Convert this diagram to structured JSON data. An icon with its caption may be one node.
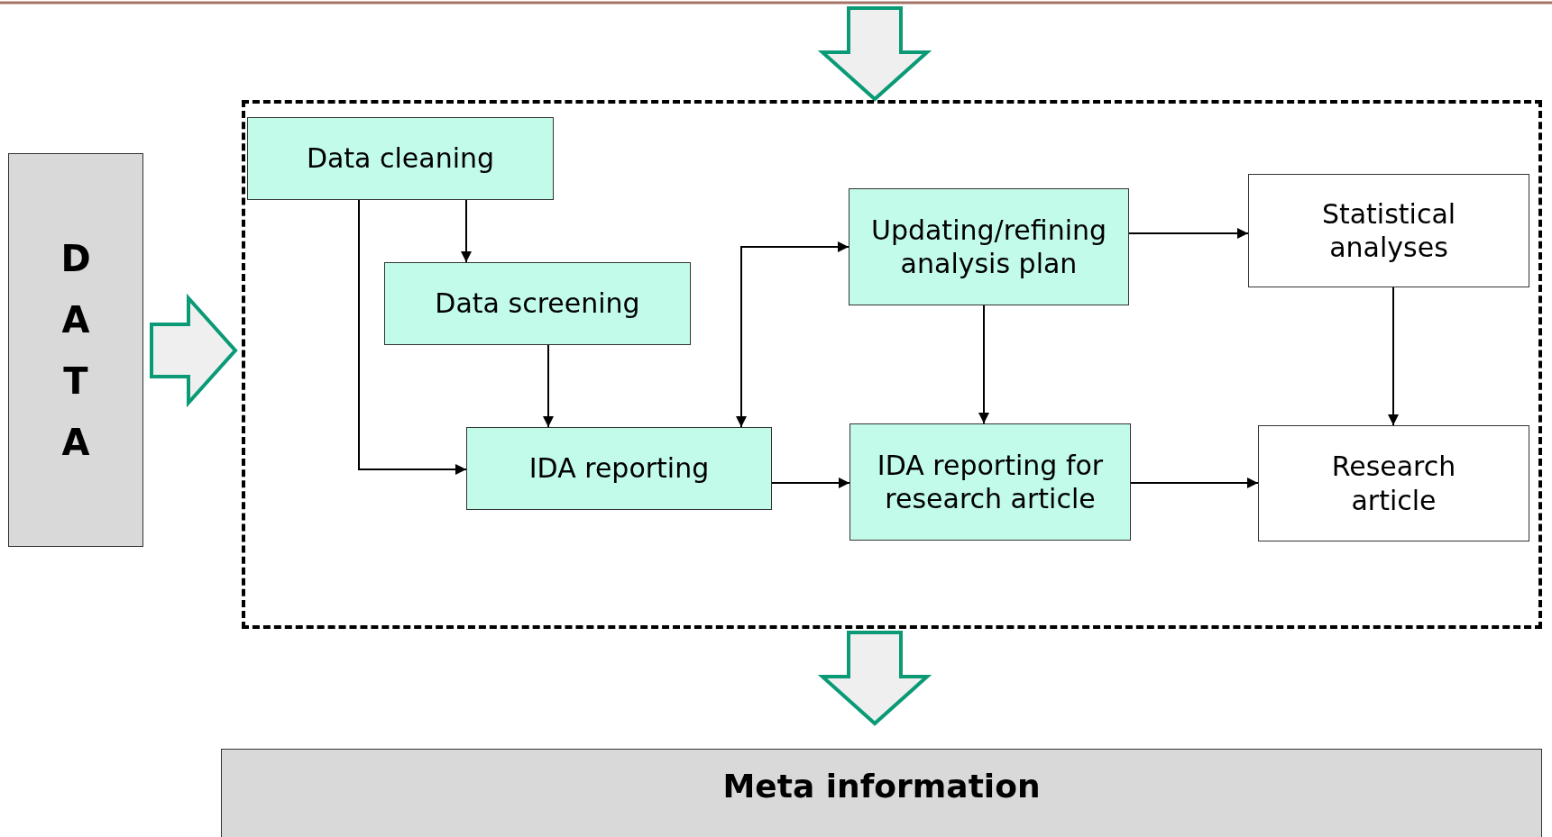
{
  "diagram": {
    "nodes": [
      {
        "text": [
          "DATA"
        ]
      },
      {
        "text": [],
        "shape": "box"
      },
      {
        "text": [
          "Data cleaning"
        ],
        "in": 1
      },
      {
        "text": [
          "Data screening"
        ],
        "in": 1
      },
      {
        "text": [
          "IDA reporting"
        ],
        "in": 1
      },
      {
        "text": [
          "Updating/refining analysis plan"
        ],
        "in": 1
      },
      {
        "text": [
          "IDA reporting for research article"
        ],
        "in": 1
      },
      {
        "text": [
          "Statistical analyses"
        ],
        "in": 1
      },
      {
        "text": [
          "Research article"
        ],
        "in": 1
      },
      {
        "text": [
          "Meta information"
        ]
      }
    ],
    "edges": [
      {
        "from": null,
        "to": 1,
        "arrow": "to",
        "style": "thick"
      },
      {
        "from": 0,
        "to": 1,
        "arrow": "to",
        "style": "thick"
      },
      {
        "from": 1,
        "to": 9,
        "arrow": "to",
        "style": "thick"
      },
      {
        "from": 2,
        "to": 3,
        "arrow": "to"
      },
      {
        "from": 2,
        "to": 4,
        "arrow": "to"
      },
      {
        "from": 3,
        "to": 4,
        "arrow": "to"
      },
      {
        "from": 4,
        "to": 5,
        "arrow": "both"
      },
      {
        "from": 4,
        "to": 6,
        "arrow": "to"
      },
      {
        "from": 5,
        "to": 6,
        "arrow": "to"
      },
      {
        "from": 5,
        "to": 7,
        "arrow": "to"
      },
      {
        "from": 7,
        "to": 8,
        "arrow": "to"
      },
      {
        "from": 6,
        "to": 8,
        "arrow": "to"
      }
    ]
  }
}
